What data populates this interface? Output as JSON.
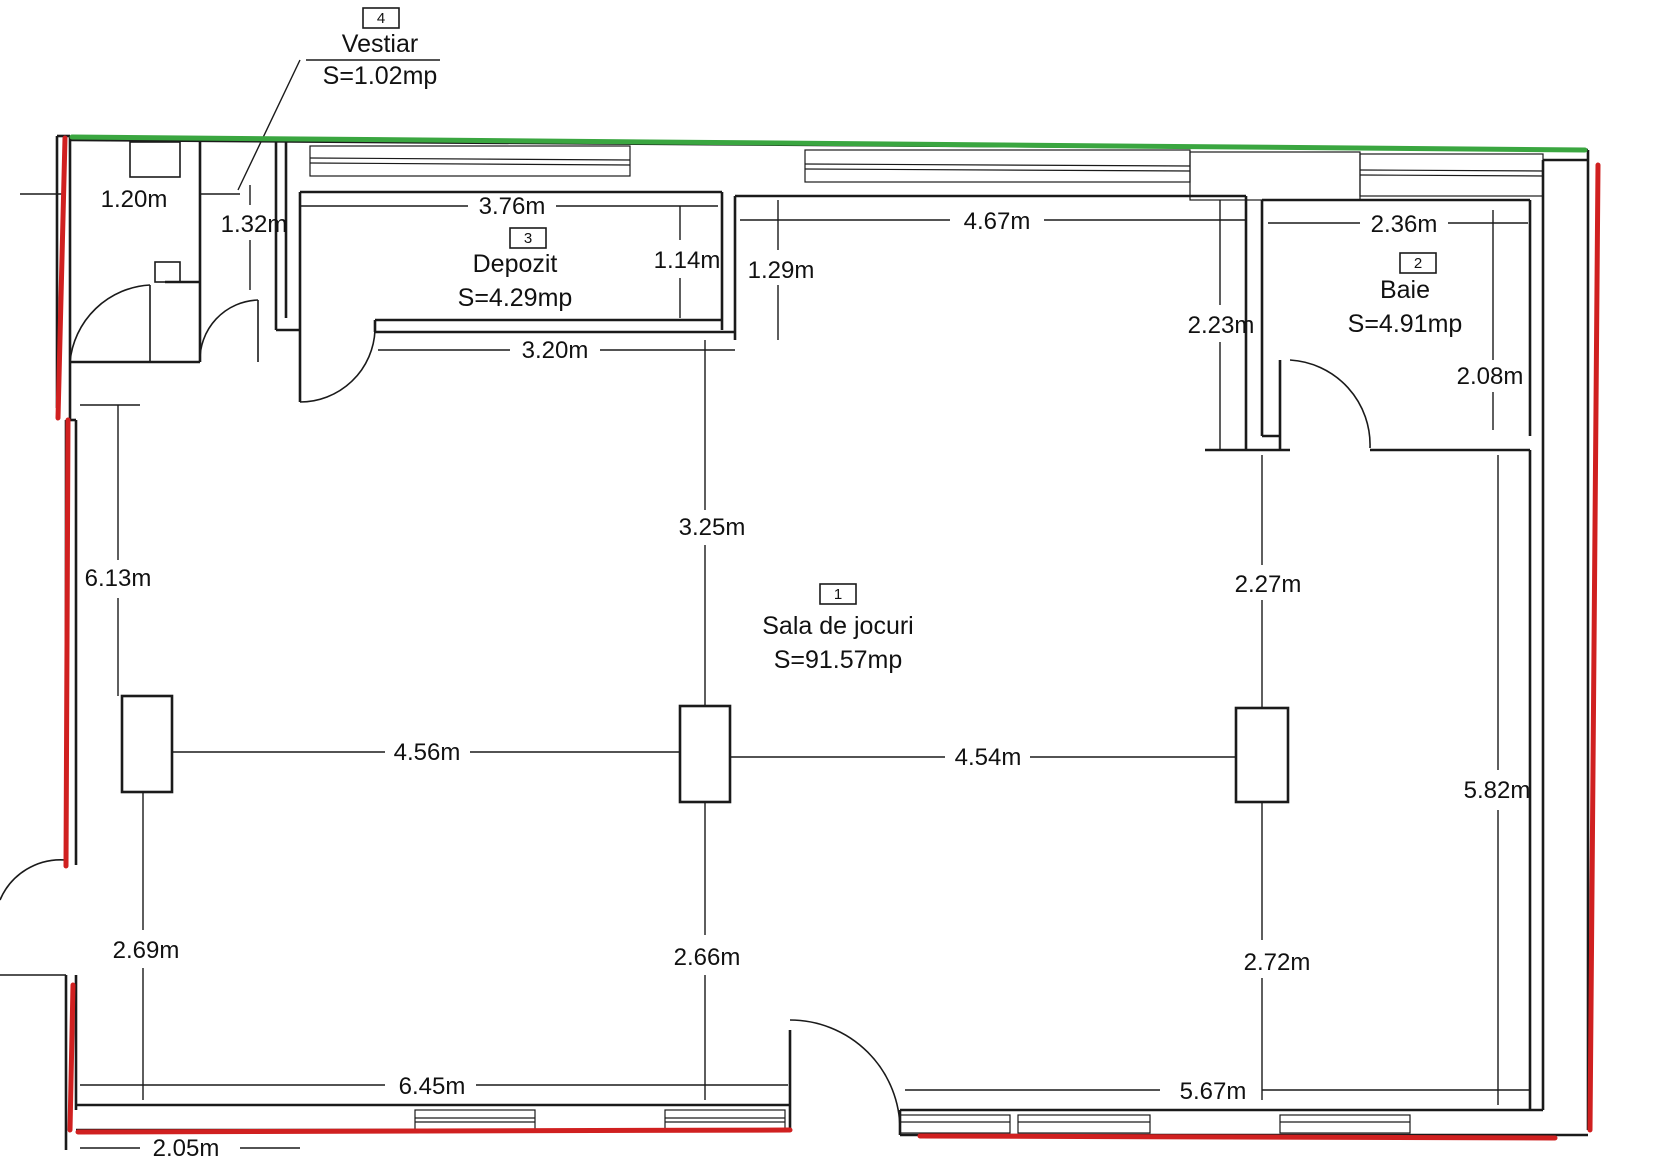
{
  "rooms": [
    {
      "number": "1",
      "name": "Sala de jocuri",
      "area": "S=91.57mp"
    },
    {
      "number": "2",
      "name": "Baie",
      "area": "S=4.91mp"
    },
    {
      "number": "3",
      "name": "Depozit",
      "area": "S=4.29mp"
    },
    {
      "number": "4",
      "name": "Vestiar",
      "area": "S=1.02mp"
    }
  ],
  "dimensions": {
    "vestiar_width": "1.20m",
    "vestiar_depth": "1.32m",
    "depozit_width": "3.76m",
    "depozit_depth": "1.14m",
    "depozit_bottom": "3.20m",
    "corridor_width": "4.67m",
    "corridor_depth": "1.29m",
    "baie_width": "2.36m",
    "baie_side_left": "2.23m",
    "baie_side_right": "2.08m",
    "left_wall_upper": "6.13m",
    "center_upper": "3.25m",
    "right_upper": "2.27m",
    "col1_to_col2": "4.56m",
    "col2_to_col3": "4.54m",
    "right_wall": "5.82m",
    "left_lower": "2.69m",
    "center_lower": "2.66m",
    "right_lower": "2.72m",
    "bottom_left": "6.45m",
    "bottom_right": "5.67m",
    "bottom_corner": "2.05m"
  },
  "colors": {
    "wall": "#1a1a1a",
    "highlight_red": "#d02020",
    "highlight_green": "#3aa640"
  }
}
